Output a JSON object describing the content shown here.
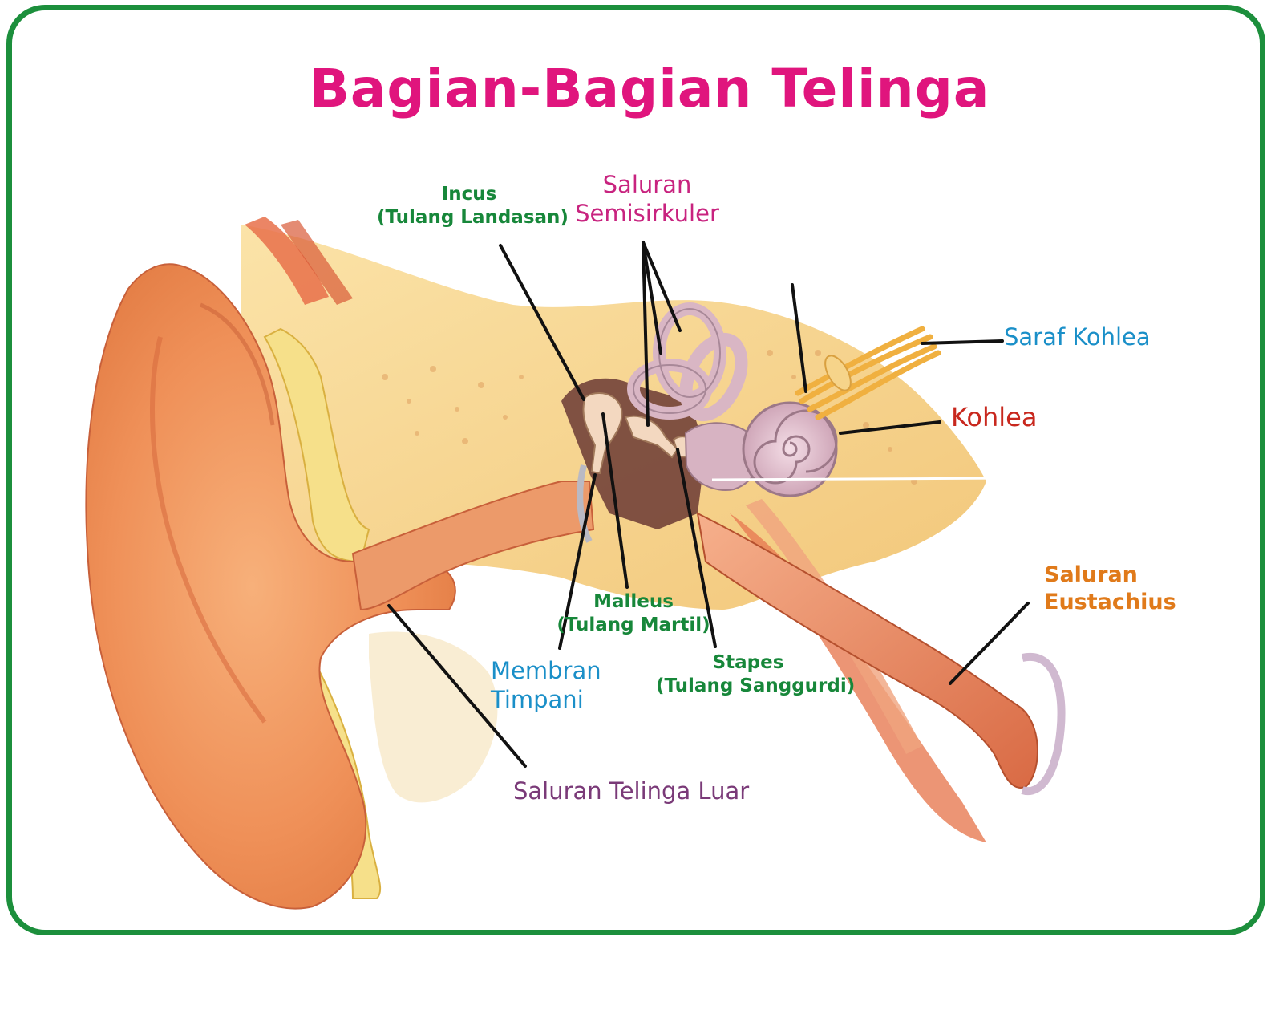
{
  "title": "Bagian-Bagian Telinga",
  "colors": {
    "frame": "#1c8f3c",
    "title": "#e0157d",
    "green_label": "#17873a",
    "magenta_label": "#c8237f",
    "blue_label": "#1a8fc8",
    "red_label": "#c8281e",
    "orange_label": "#e07a1a",
    "purple_label": "#7a3a78"
  },
  "labels": {
    "incus": {
      "name": "Incus",
      "sub": "(Tulang Landasan)"
    },
    "semisirkuler": {
      "line1": "Saluran",
      "line2": "Semisirkuler"
    },
    "saraf_kohlea": "Saraf Kohlea",
    "kohlea": "Kohlea",
    "eustachius": {
      "line1": "Saluran",
      "line2": "Eustachius"
    },
    "malleus": {
      "name": "Malleus",
      "sub": "(Tulang Martil)"
    },
    "stapes": {
      "name": "Stapes",
      "sub": "(Tulang Sanggurdi)"
    },
    "membran": {
      "line1": "Membran",
      "line2": "Timpani"
    },
    "saluran_luar": "Saluran Telinga Luar"
  }
}
